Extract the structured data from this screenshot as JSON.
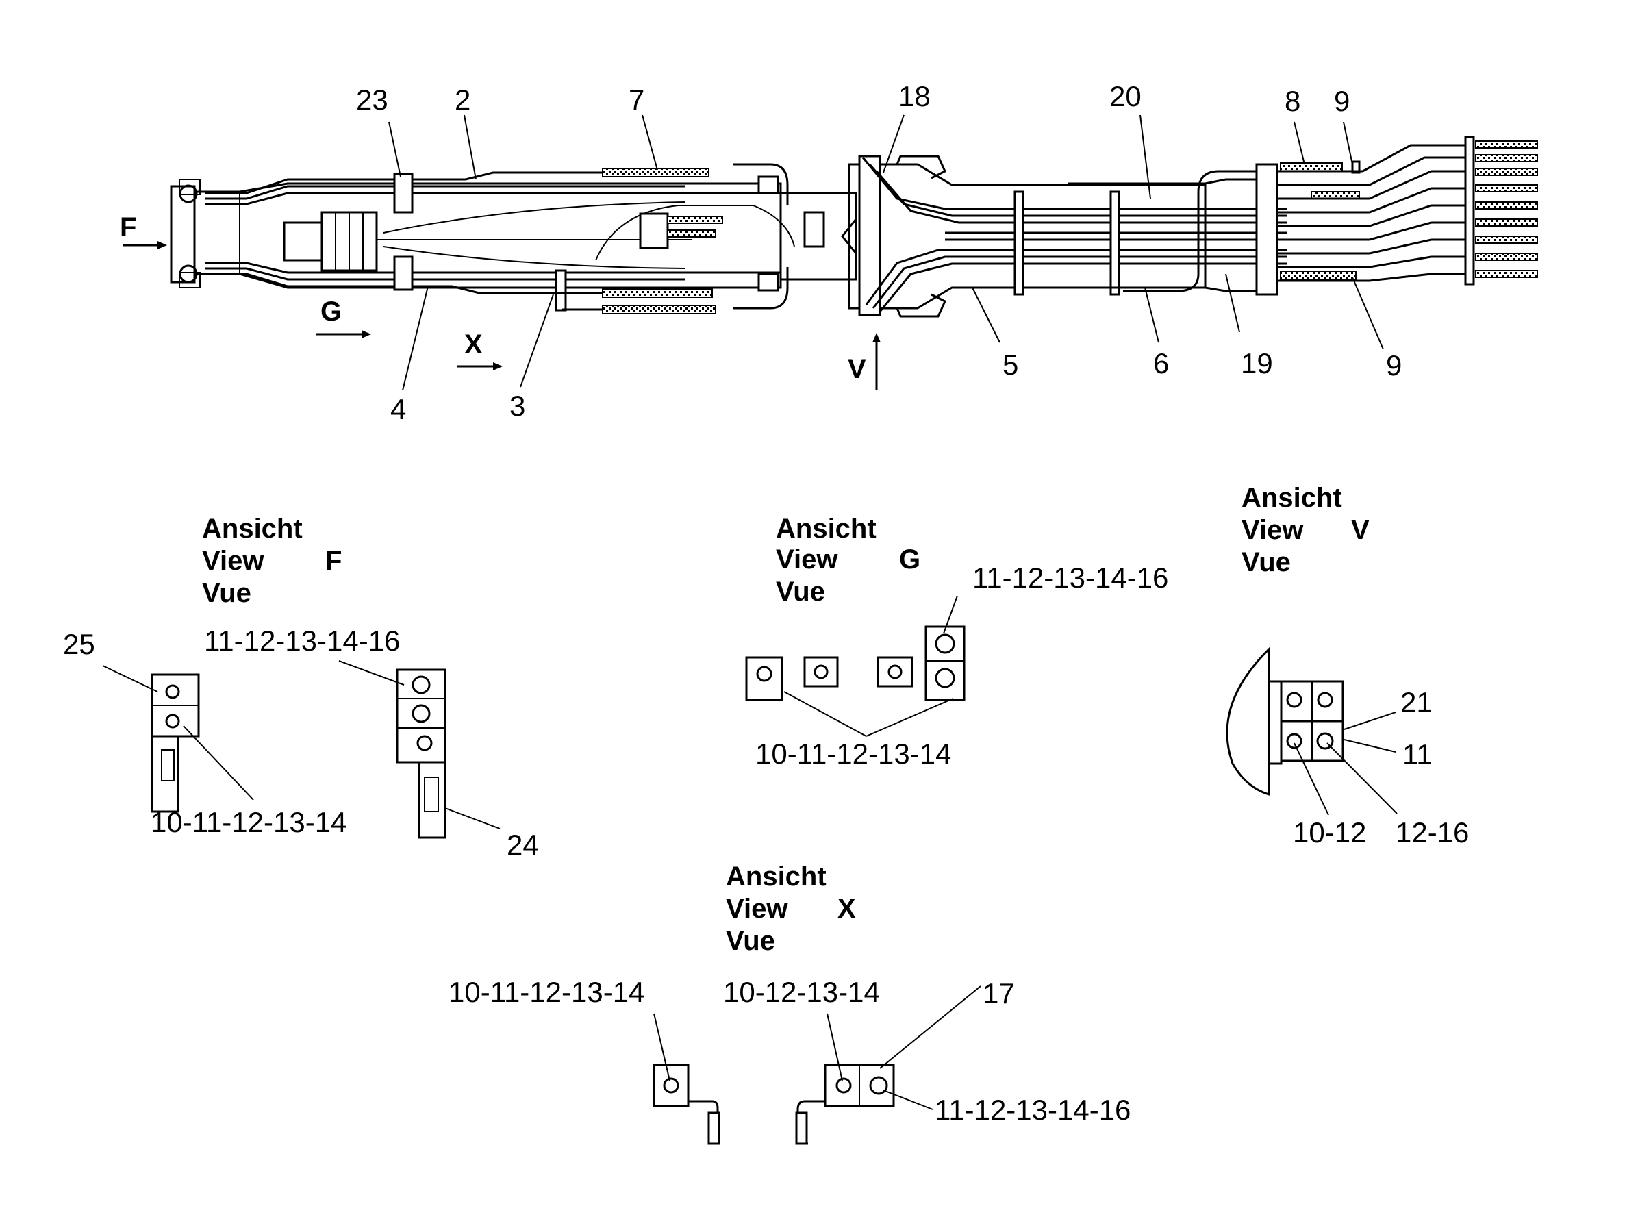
{
  "main_callouts": [
    "23",
    "2",
    "7",
    "18",
    "20",
    "8",
    "9",
    "9",
    "4",
    "3",
    "5",
    "6",
    "19"
  ],
  "arrows": {
    "F": "F",
    "G": "G",
    "X": "X",
    "V": "V"
  },
  "views": {
    "F": {
      "ansicht": "Ansicht",
      "view": "View",
      "vue": "Vue",
      "letter": "F",
      "callouts": [
        "25",
        "11-12-13-14-16",
        "10-11-12-13-14",
        "24"
      ]
    },
    "G": {
      "ansicht": "Ansicht",
      "view": "View",
      "vue": "Vue",
      "letter": "G",
      "callouts": [
        "11-12-13-14-16",
        "10-11-12-13-14"
      ]
    },
    "V": {
      "ansicht": "Ansicht",
      "view": "View",
      "vue": "Vue",
      "letter": "V",
      "callouts": [
        "21",
        "11",
        "10-12",
        "12-16"
      ]
    },
    "X": {
      "ansicht": "Ansicht",
      "view": "View",
      "vue": "Vue",
      "letter": "X",
      "callouts": [
        "10-11-12-13-14",
        "10-12-13-14",
        "17",
        "11-12-13-14-16"
      ]
    }
  }
}
